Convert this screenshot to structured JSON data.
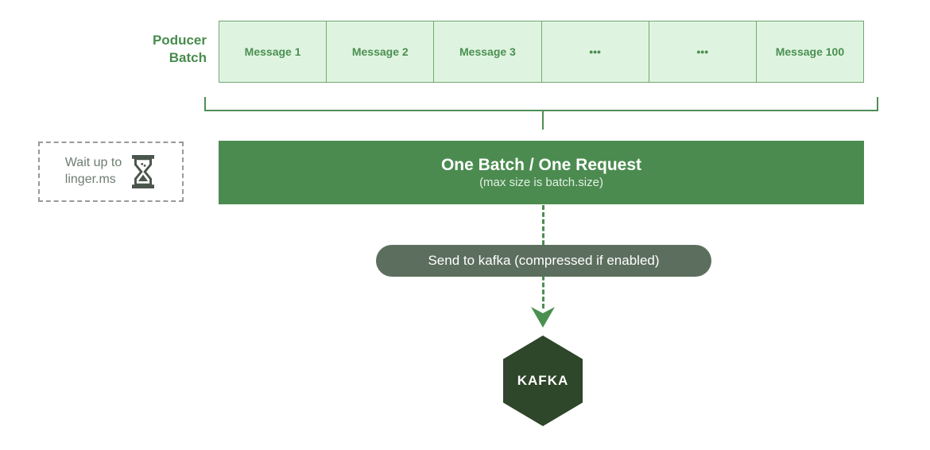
{
  "diagram": {
    "producer_batch_label": {
      "line1": "Poducer",
      "line2": "Batch"
    },
    "messages": [
      "Message 1",
      "Message 2",
      "Message 3",
      "•••",
      "•••",
      "Message 100"
    ],
    "batch_bar": {
      "title": "One Batch / One Request",
      "subtitle": "(max size is batch.size)"
    },
    "linger_note": {
      "line1": "Wait up to",
      "line2": "linger.ms",
      "icon": "hourglass-icon"
    },
    "send_pill_label": "Send to kafka (compressed if enabled)",
    "kafka_label": "KAFKA",
    "colors": {
      "light_green_fill": "#dff4e0",
      "green_border": "#71a873",
      "green_text": "#4b8f52",
      "bar_green": "#4b8b50",
      "pill_gray_green": "#5c6e5d",
      "hexagon_dark_green": "#2e4629",
      "arrow_green": "#4a9050",
      "bracket_green": "#4f8f55",
      "dashed_border_gray": "#9a9a9a",
      "note_text_gray": "#6e7d70"
    }
  }
}
